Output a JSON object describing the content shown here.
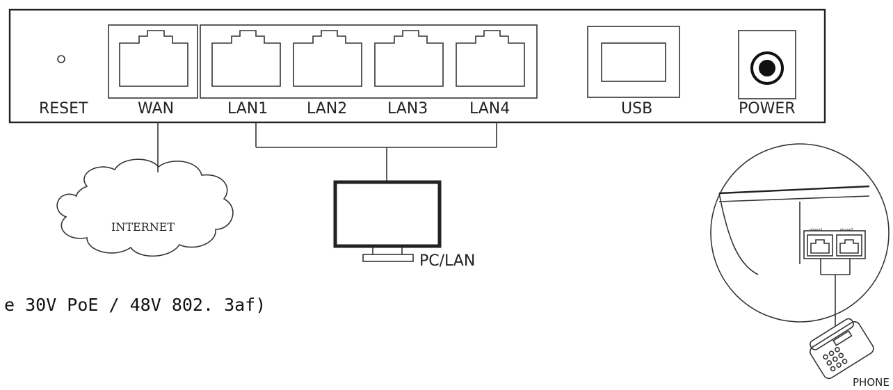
{
  "ports": {
    "reset": "RESET",
    "wan": "WAN",
    "lan1": "LAN1",
    "lan2": "LAN2",
    "lan3": "LAN3",
    "lan4": "LAN4",
    "usb": "USB",
    "power": "POWER"
  },
  "cloud_label": "INTERNET",
  "pc_label": "PC/LAN",
  "power_note": "e 30V PoE / 48V 802. 3af)",
  "phone_ports": {
    "phone1": "phone1",
    "phone2": "phone2"
  },
  "phone_label": "PHONE",
  "icons": [
    "reset-hole-icon",
    "rj45-port-icon",
    "usb-port-icon",
    "power-jack-icon",
    "cloud-icon",
    "monitor-icon",
    "telephone-icon"
  ]
}
